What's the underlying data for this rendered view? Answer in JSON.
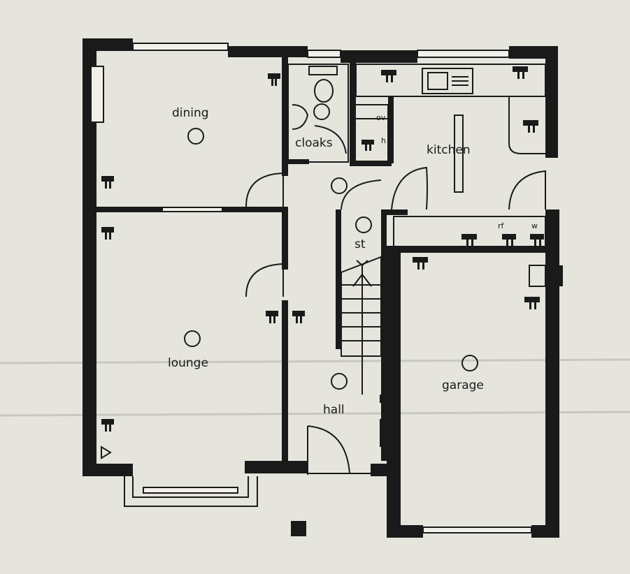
{
  "rooms": {
    "dining": "dining",
    "cloaks": "cloaks",
    "kitchen": "kitchen",
    "st": "st",
    "lounge": "lounge",
    "garage": "garage",
    "hall": "hall"
  },
  "fixtures": {
    "oven": "ov",
    "hob": "h",
    "fridge": "rf",
    "washer": "w"
  },
  "colors": {
    "paper": "#e6e5dd",
    "ink": "#1a1a1a"
  }
}
